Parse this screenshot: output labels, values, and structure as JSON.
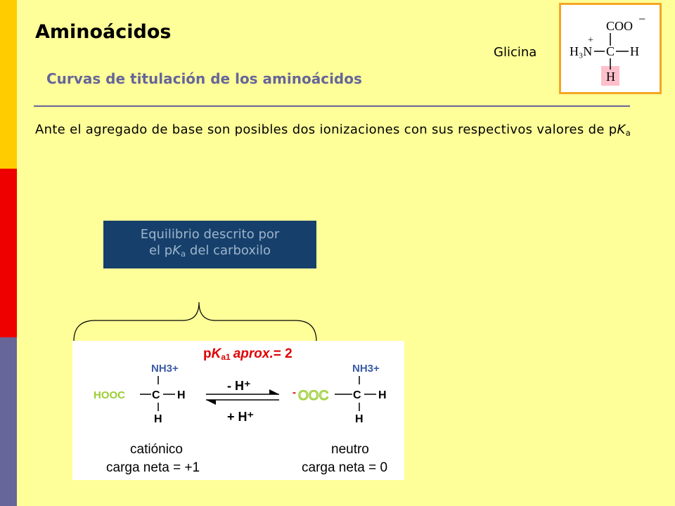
{
  "slide": {
    "title": "Aminoácidos",
    "subtitle": "Curvas de titulación de los aminoácidos",
    "glicina_label": "Glicina",
    "body_text_main": "Ante el agregado de base son posibles dos ionizaciones con sus respectivos valores de p",
    "body_text_K": "K",
    "body_text_sub": "a",
    "callout_line1": "Equilibrio descrito por",
    "callout_line2_pre": "el p",
    "callout_K": "K",
    "callout_sub": "a",
    "callout_line2_post": " del carboxilo"
  },
  "glycine_structure": {
    "top_group": "COO",
    "charge_minus": "−",
    "left_group": "H₃N",
    "plus": "+",
    "center": "C",
    "right": "H",
    "bottom": "H"
  },
  "reaction": {
    "pka_p": "p",
    "pka_K": "K",
    "pka_sub": "a1",
    "pka_rest": "aprox.",
    "pka_eq": "= 2",
    "left_nh3": "NH3+",
    "left_group": "HOOC",
    "left_c": "C",
    "left_h_right": "H",
    "left_h_bottom": "H",
    "forward_label": "- H⁺",
    "reverse_label": "+ H⁺",
    "right_nh3": "NH3+",
    "right_minus": "-",
    "right_group": "OOC",
    "right_c": "C",
    "right_h_right": "H",
    "right_h_bottom": "H",
    "left_name": "catiónico",
    "left_charge": "carga neta = +1",
    "right_name": "neutro",
    "right_charge": "carga neta = 0"
  },
  "colors": {
    "background": "#FFFF99",
    "title_blue": "#666699",
    "callout_bg": "#16406B",
    "green_group": "#9ACD32",
    "nh3_blue": "#3B5BA5",
    "pka_red": "#E00000",
    "box_border": "#F5A623"
  }
}
